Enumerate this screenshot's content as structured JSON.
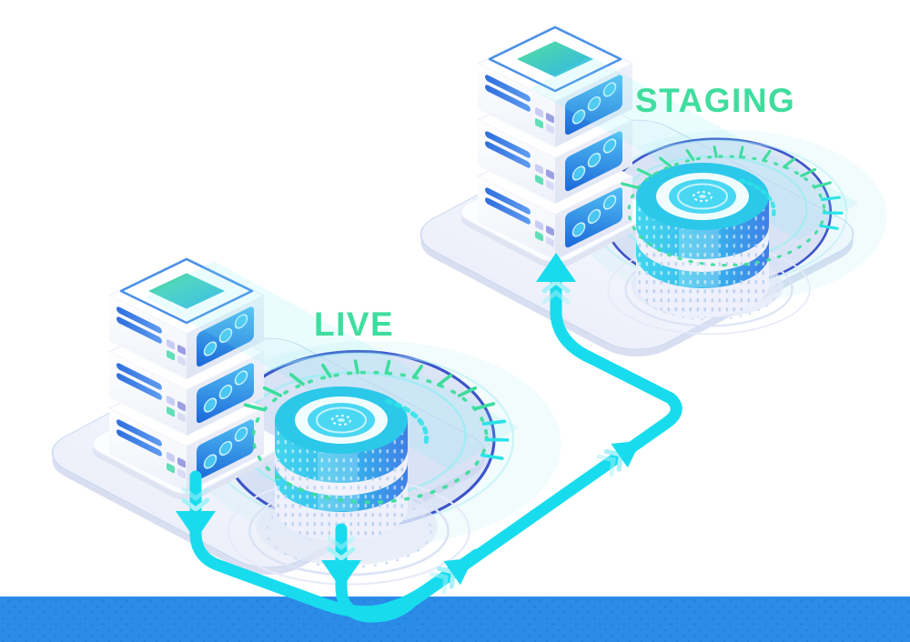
{
  "scene": {
    "live": {
      "label": "LIVE"
    },
    "staging": {
      "label": "STAGING"
    },
    "flow": {
      "from": "LIVE",
      "to": "STAGING"
    }
  },
  "colors": {
    "label_green": "#3fdd9e",
    "flow_cyan": "#18dcee",
    "flow_ghost": "#a7f1f8",
    "bottom_bar_blue": "#2b8ce8",
    "bottom_bar_dot": "#2180d8",
    "platform_edge": "#d9dff1",
    "platform_stroke": "#c7d7f0",
    "ring_blue": "#3d55c9",
    "ring_backdisc": "#cdd5f1",
    "ring_green": "#3edd9d",
    "glow_cyan": "#a5ecf3",
    "db_cyan": "#2cc8e9",
    "db_white_band": "#eef1fb",
    "chip_outline_blue": "#4a90e8",
    "chip_green": "#55e09e",
    "chip_teal": "#2fb4ea",
    "stripe_blue_1": "#2f6fdd",
    "stripe_blue_2": "#5f9cf0",
    "panel_blue_1": "#1a67d8",
    "panel_blue_2": "#54c2f4",
    "band_cyan_1": "#41d6ef",
    "band_cyan_2": "#36b7ec",
    "band_cyan_3": "#3f7fe6",
    "sq_lavender": "#c9cdf3",
    "sq_purple": "#9a9fe6",
    "sq_mint": "#5fdfb4",
    "sq_pale": "#d8dbf6",
    "beam_cyan": "#7feaf2",
    "background": "#ffffff"
  }
}
